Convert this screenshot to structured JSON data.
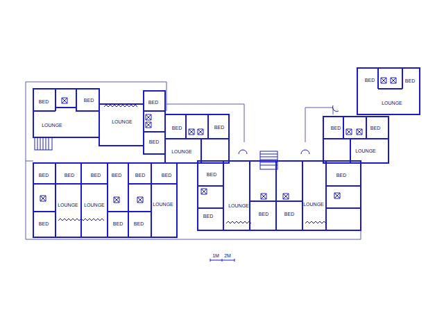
{
  "diagram": {
    "labels": [
      "BED",
      "BED",
      "LOUNGE",
      "BED",
      "BED",
      "BED",
      "LOUNGE",
      "LOUNGE",
      "BED",
      "BED",
      "BED",
      "BED",
      "BED",
      "LOUNGE",
      "LOUNGE",
      "BED",
      "BED",
      "BED",
      "BED",
      "BED",
      "BED",
      "BED",
      "BED",
      "LOUNGE",
      "LOUNGE",
      "LOUNGE",
      "LOUNGE",
      "LOUNGE",
      "BED",
      "BED",
      "BED",
      "BED",
      "BED",
      "BED",
      "1M",
      "2M"
    ]
  }
}
